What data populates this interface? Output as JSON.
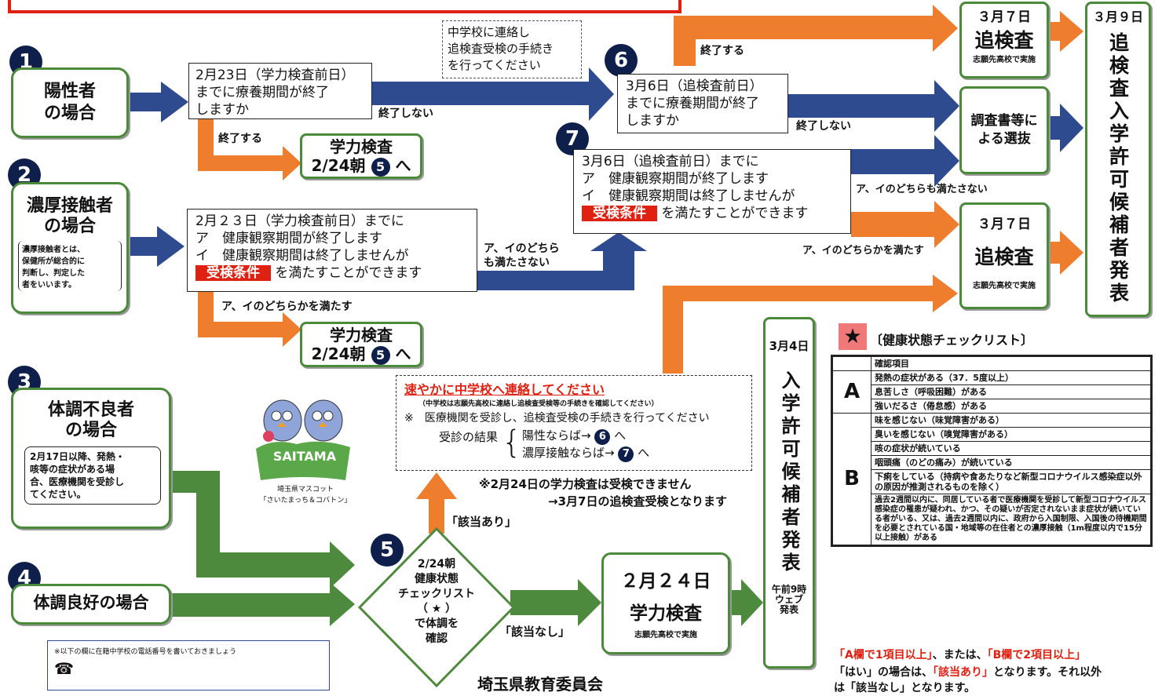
{
  "colors": {
    "green": "#4e8a3e",
    "blue": "#2d4b8e",
    "orange": "#ef7d2e",
    "navy": "#0d1f4a",
    "red": "#e02010"
  },
  "case1": {
    "num": "1",
    "title_l1": "陽性者",
    "title_l2": "の場合"
  },
  "case2": {
    "num": "2",
    "title_l1": "濃厚接触者",
    "title_l2": "の場合",
    "note": [
      "濃厚接触者とは、",
      "保健所が総合的に",
      "判断し、判定した",
      "者をいいます。"
    ]
  },
  "case3": {
    "num": "3",
    "title_l1": "体調不良者",
    "title_l2": "の場合",
    "note": [
      "2月17日以降、発熱・",
      "咳等の症状がある場",
      "合、医療機関を受診し",
      "てください。"
    ]
  },
  "case4": {
    "num": "4",
    "title": "体調良好の場合"
  },
  "q1": {
    "lines": [
      "2月23日（学力検査前日）",
      "までに療養期間が終了",
      "しますか"
    ]
  },
  "q2": {
    "line1": "2月２３日（学力検査前日）までに",
    "line2": "ア　健康観察期間が終了します",
    "line3": "イ　健康観察期間は終了しませんが",
    "tag": "受検条件",
    "line4": "を満たすことができます"
  },
  "q6": {
    "num": "6",
    "lines": [
      "3月6日（追検査前日）",
      "までに療養期間が終了",
      "しますか"
    ]
  },
  "q7": {
    "num": "7",
    "line1": "3月6日（追検査前日）までに",
    "line2": "ア　健康観察期間が終了します",
    "line3": "イ　健康観察期間は終了しませんが",
    "tag": "受検条件",
    "line4": "を満たすことができます"
  },
  "exam_box": {
    "l1": "学力検査",
    "l2": "2/24朝",
    "num": "5",
    "suffix": "へ"
  },
  "dashed_note": [
    "中学校に連絡し",
    "追検査受検の手続き",
    "を行ってください"
  ],
  "labels": {
    "end1": "終了する",
    "noend1": "終了しない",
    "end6": "終了する",
    "noend6": "終了しない",
    "neither1": "ア、イのどちら",
    "neither2": "も満たさない",
    "either": "ア、イのどちらかを満たす",
    "neither7": "ア、イのどちらも満たさない",
    "either7": "ア、イのどちらかを満たす"
  },
  "makeup1": {
    "date": "３月７日",
    "title": "追検査",
    "sub": "志願先高校で実施"
  },
  "makeup2": {
    "date": "３月７日",
    "title": "追検査",
    "sub": "志願先高校で実施"
  },
  "selection": {
    "l1": "調査書等に",
    "l2": "よる選抜"
  },
  "announce9": {
    "date": "３月９日",
    "text": "追検査入学許可候補者発表"
  },
  "announce4": {
    "date": "3月4日",
    "text": "入学許可候補者発表",
    "time": "午前9時",
    "l2": "ウェブ",
    "l3": "発表"
  },
  "contact": {
    "title": "速やかに中学校へ連絡してください",
    "sub": "（中学校は志願先高校に連絡し追検査受検等の手続きを確認してください）",
    "line2": "※　医療機関を受診し、追検査受検の手続きを行ってください",
    "result": "受診の結果",
    "pos": "陽性ならば→",
    "posnum": "6",
    "close": "濃厚接触ならば→",
    "closenum": "7",
    "arrow": "へ"
  },
  "warn": {
    "l1": "※2月24日の学力検査は受検できません",
    "l2": "→3月7日の追検査受検となります"
  },
  "step5": {
    "num": "5",
    "lines": [
      "2/24朝",
      "健康状態",
      "チェックリスト",
      "（ ★ ）",
      "で体調を",
      "確認"
    ],
    "yes": "「該当あり」",
    "no": "「該当なし」"
  },
  "exam224": {
    "date": "２月２４日",
    "title": "学力検査",
    "sub": "志願先高校で実施"
  },
  "mascot": {
    "brand": "SAITAMA",
    "cap1": "埼玉県マスコット",
    "cap2": "「さいたまっち＆コバトン」"
  },
  "phone": {
    "note": "※以下の欄に在籍中学校の電話番号を書いておきましょう",
    "icon": "☎"
  },
  "footer": "埼玉県教育委員会",
  "checklist": {
    "star": "★",
    "title": "〔健康状態チェックリスト〕",
    "header": "確認項目",
    "A": {
      "label": "A",
      "items": [
        "発熱の症状がある（37．5度以上）",
        "息苦しさ（呼吸困難）がある",
        "強いだるさ（倦怠感）がある"
      ]
    },
    "B": {
      "label": "B",
      "items": [
        "味を感じない（味覚障害がある）",
        "臭いを感じない（嗅覚障害がある）",
        "咳の症状が続いている",
        "咽頭痛（のどの痛み）が続いている",
        "下痢をしている（持病や食あたりなど新型コロナウイルス感染症以外の原因が推測されるものを除く）",
        "過去2週間以内に、同居している者で医療機関を受診して新型コロナウイルス感染症の罹患が疑われ、かつ、その疑いが否定されないまま症状が続いている者がいる、又は、過去2週間以内に、政府から入国制限、入国後の待機期間を必要とされている国・地域等の在住者との濃厚接触（1m程度以内で15分以上接触）がある"
      ]
    },
    "foot1a": "「A欄で1項目以上」",
    "foot1b": "、または、",
    "foot1c": "「B欄で2項目以上」",
    "foot2a": "「はい」の場合は、",
    "foot2b": "「該当あり」",
    "foot2c": "となります。それ以外",
    "foot3": "は「該当なし」となります。"
  }
}
